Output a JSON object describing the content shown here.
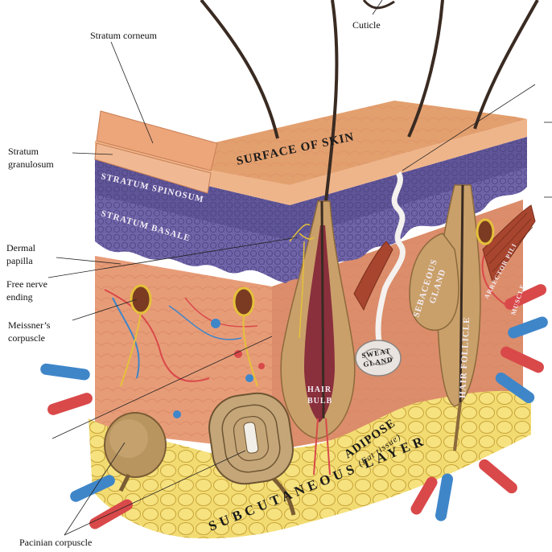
{
  "labels": {
    "cuticle": "Cuticle",
    "stratum_corneum": "Stratum  corneum",
    "stratum_granulosum_1": "Stratum",
    "stratum_granulosum_2": "granulosum",
    "dermal_papilla_1": "Dermal",
    "dermal_papilla_2": "papilla",
    "free_nerve_1": "Free nerve",
    "free_nerve_2": "ending",
    "meissner_1": "Meissner’s",
    "meissner_2": "corpuscle",
    "pacinian": "Pacinian corpuscle"
  },
  "tags": {
    "surface": "SURFACE   OF SKIN",
    "spinosum": "STRATUM SPINOSUM",
    "basale": "STRATUM BASALE",
    "hair_bulb_1": "HAIR",
    "hair_bulb_2": "BULB",
    "sweat_1": "SWEAT",
    "sweat_2": "GLAND",
    "sebaceous_1": "SEBACEOUS",
    "sebaceous_2": "GLAND",
    "hair_follicle": "HAIR FOLLICLE",
    "arrector": "ARRECTOR PILI",
    "arrector_2": "MUSCLE",
    "adipose": "ADIPOSE",
    "fat": "(Fat tissue)",
    "subcutaneous": "SUBCUTANEOUS  LAYER"
  },
  "colors": {
    "epidermis": "#e3a06f",
    "spinosum": "#6f64a8",
    "dermis": "#e8a07c",
    "adipose": "#f2dc72",
    "follicle": "#c9a06a",
    "artery": "#d9494a",
    "vein": "#3f86c9"
  }
}
